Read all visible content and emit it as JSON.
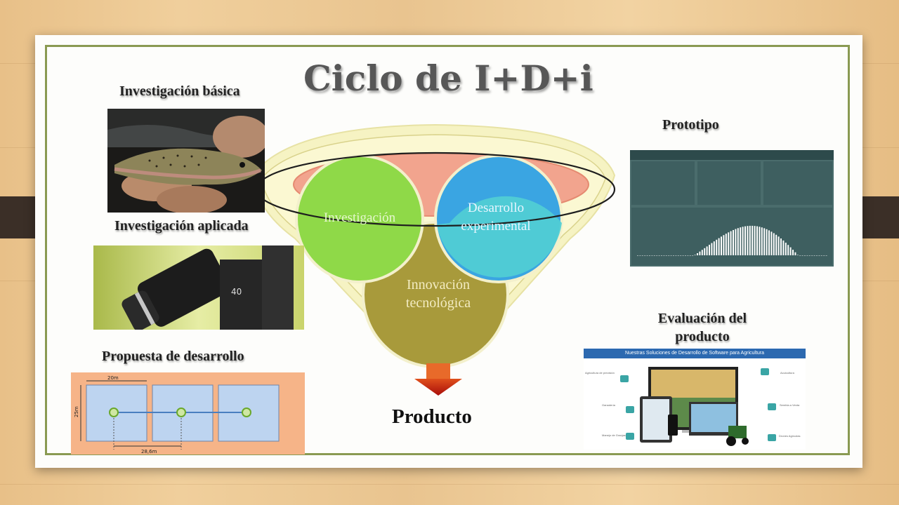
{
  "title": "Ciclo de I+D+i",
  "labels": {
    "basic": "Investigación básica",
    "applied": "Investigación aplicada",
    "proposal": "Propuesta de desarrollo",
    "prototype": "Prototipo",
    "evaluation": "Evaluación del producto"
  },
  "funnel": {
    "research": "Investigación",
    "development_line1": "Desarrollo",
    "development_line2": "experimental",
    "innovation_line1": "Innovación",
    "innovation_line2": "tecnológica",
    "output": "Producto"
  },
  "proposal_plot": {
    "width_label": "20m",
    "height_label": "25m",
    "spacing_label": "28,6m"
  },
  "evaluation_panel": {
    "heading": "Nuestras Soluciones de Desarrollo de Software para Agricultura",
    "left_items": [
      "Agricultura de precisión",
      "Ganadería",
      "Manejo de Granjas"
    ],
    "right_items": [
      "Acuicultura",
      "Sembla a Venta",
      "Drones Agrícolas"
    ]
  },
  "colors": {
    "research": "#8fd948",
    "development": "#3aa5e2",
    "innovation": "#a89a3b",
    "funnel": "#f6f3c3",
    "frame": "#8a9a52",
    "arrow": "#c8130f"
  }
}
